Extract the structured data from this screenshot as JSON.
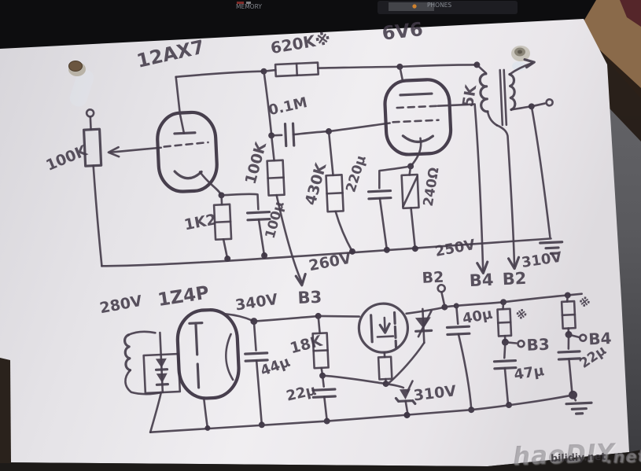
{
  "scene": {
    "device": {
      "memory": "MEMORY",
      "phones": "PHONES"
    },
    "colors": {
      "ink": "#463e4c",
      "paper": "#eceaee",
      "desk_gray": "#55555a",
      "wood": "#8a6a4a",
      "equipment": "#0d0d0f"
    }
  },
  "schematic": {
    "tubes": {
      "preamp": "12AX7",
      "output": "6V6",
      "rectifier": "1Z4P"
    },
    "upper": {
      "volume_pot": "100K",
      "feedback_r": "620K※",
      "cathode_r1": "1K2",
      "cathode_c1": "100μ",
      "coupling_c": "0.1M",
      "plate_r": "100K",
      "grid_r": "430K",
      "cathode_c2": "220μ",
      "cathode_r2": "240Ω",
      "opt": "5K",
      "b3_v": "260V",
      "b3": "B3",
      "b4_v": "250V",
      "b4": "B4",
      "b2_v": "310V",
      "b2": "B2"
    },
    "psu": {
      "hv_winding": "280V",
      "raw_v": "340V",
      "c_44": "44μ",
      "r_18k": "18K",
      "c_22a": "22μ",
      "zener_v": "310V",
      "b2_term": "B2",
      "c_40": "40μ",
      "select1": "※",
      "b3_term": "B3",
      "c_47": "47μ",
      "select2": "※",
      "b4_term": "B4",
      "c_22b": "22μ"
    }
  },
  "watermark": {
    "large": "haoDIY",
    "dot_net": ".net",
    "small": "bilidiy.net"
  }
}
